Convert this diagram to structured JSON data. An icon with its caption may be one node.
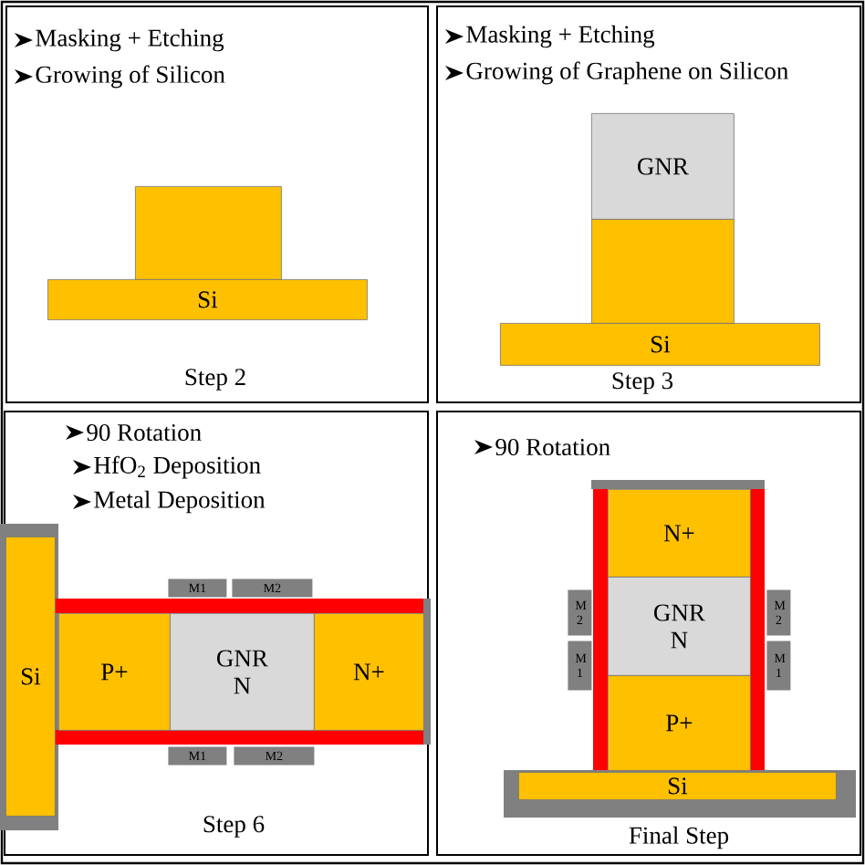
{
  "diagram": {
    "nodes": [
      {
        "text": [
          "Masking + Etching",
          "Growing of Silicon",
          "Step 2"
        ]
      },
      {
        "text": [],
        "shape": "box",
        "in": 0
      },
      {
        "text": [
          "Si"
        ],
        "in": 0
      },
      {
        "text": [
          "Masking + Etching",
          "Growing of Graphene on Silicon",
          "Step 3"
        ]
      },
      {
        "text": [
          "GNR"
        ],
        "in": 3
      },
      {
        "text": [],
        "shape": "box",
        "in": 3
      },
      {
        "text": [
          "Si"
        ],
        "in": 3
      },
      {
        "text": [
          "90 Rotation",
          "HfO$_{2}$ Deposition",
          "Metal Deposition",
          "Step 6"
        ]
      },
      {
        "text": [
          "Si"
        ],
        "in": 7
      },
      {
        "text": [
          "M1"
        ],
        "in": 7
      },
      {
        "text": [
          "M2"
        ],
        "in": 7
      },
      {
        "text": [
          "P+"
        ],
        "in": 7
      },
      {
        "text": [
          "GNR N"
        ],
        "in": 7
      },
      {
        "text": [
          "N+"
        ],
        "in": 7
      },
      {
        "text": [
          "M1"
        ],
        "in": 7
      },
      {
        "text": [
          "M2"
        ],
        "in": 7
      },
      {
        "text": [
          "90 Rotation",
          "Final Step"
        ]
      },
      {
        "text": [
          "N+"
        ],
        "in": 16
      },
      {
        "text": [
          "M 2"
        ],
        "in": 16
      },
      {
        "text": [
          "GNR N"
        ],
        "in": 16
      },
      {
        "text": [
          "M 2"
        ],
        "in": 16
      },
      {
        "text": [
          "M 1"
        ],
        "in": 16
      },
      {
        "text": [
          "M 1"
        ],
        "in": 16
      },
      {
        "text": [
          "P+"
        ],
        "in": 16
      },
      {
        "text": [
          "Si"
        ],
        "in": 16
      }
    ]
  }
}
